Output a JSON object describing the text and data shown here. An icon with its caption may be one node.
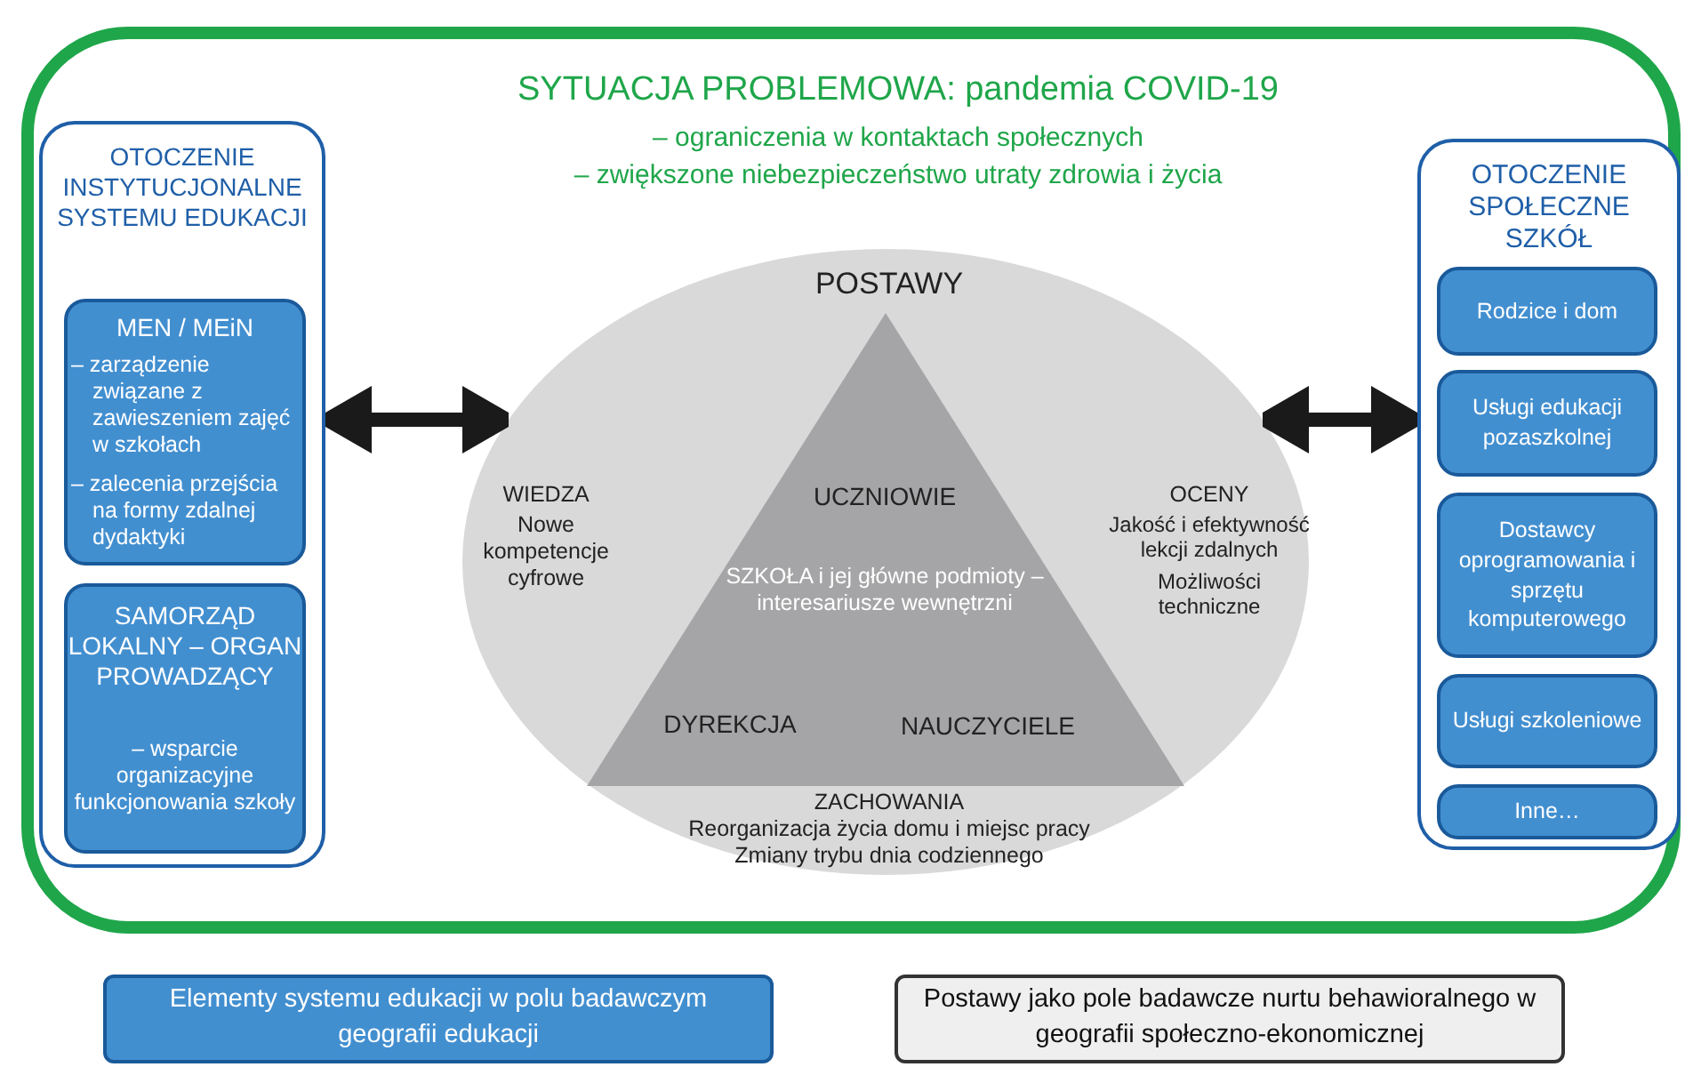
{
  "diagram": {
    "nodes": [
      {
        "text": [
          "SYTUACJA PROBLEMOWA: pandemia COVID-19",
          "– ograniczenia w kontaktach społecznych",
          "– zwiększone niebezpieczeństwo utraty zdrowia i życia"
        ]
      },
      {
        "text": [
          "OTOCZENIE INSTYTUCJONALNE SYSTEMU EDUKACJI"
        ],
        "in": 0
      },
      {
        "text": [
          "MEN / MEiN",
          "– zarządzenie związane z zawieszeniem zajęć w szkołach",
          "– zalecenia przejścia na formy zdalnej dydaktyki"
        ],
        "in": 1
      },
      {
        "text": [
          "SAMORZĄD LOKALNY – ORGAN PROWADZĄCY",
          "– wsparcie organizacyjne funkcjonowania szkoły"
        ],
        "in": 1
      },
      {
        "text": [
          "POSTAWY",
          "WIEDZA",
          "Nowe kompetencje cyfrowe",
          "OCENY",
          "Jakość i efektywność lekcji zdalnych",
          "Możliwości techniczne",
          "ZACHOWANIA",
          "Reorganizacja życia domu i miejsc pracy",
          "Zmiany trybu dnia codziennego"
        ],
        "in": 0
      },
      {
        "text": [
          "UCZNIOWIE",
          "SZKOŁA i jej główne podmioty – interesariusze wewnętrzni",
          "DYREKCJA",
          "NAUCZYCIELE"
        ],
        "in": 4
      },
      {
        "text": [
          "OTOCZENIE SPOŁECZNE SZKÓŁ"
        ],
        "in": 0
      },
      {
        "text": [
          "Rodzice i dom"
        ],
        "in": 6
      },
      {
        "text": [
          "Usługi edukacji pozaszkolnej"
        ],
        "in": 6
      },
      {
        "text": [
          "Dostawcy oprogramowania i sprzętu komputerowego"
        ],
        "in": 6
      },
      {
        "text": [
          "Usługi szkoleniowe"
        ],
        "in": 6
      },
      {
        "text": [
          "Inne…"
        ],
        "in": 6
      },
      {
        "text": [
          "Elementy systemu edukacji w polu badawczym geografii edukacji"
        ]
      },
      {
        "text": [
          "Postawy jako pole badawcze nurtu behawioralnego w geografii społeczno-ekonomicznej"
        ]
      }
    ],
    "edges": [
      {
        "from": 1,
        "to": 4,
        "arrow": "both"
      },
      {
        "from": 4,
        "to": 6,
        "arrow": "both"
      }
    ]
  }
}
